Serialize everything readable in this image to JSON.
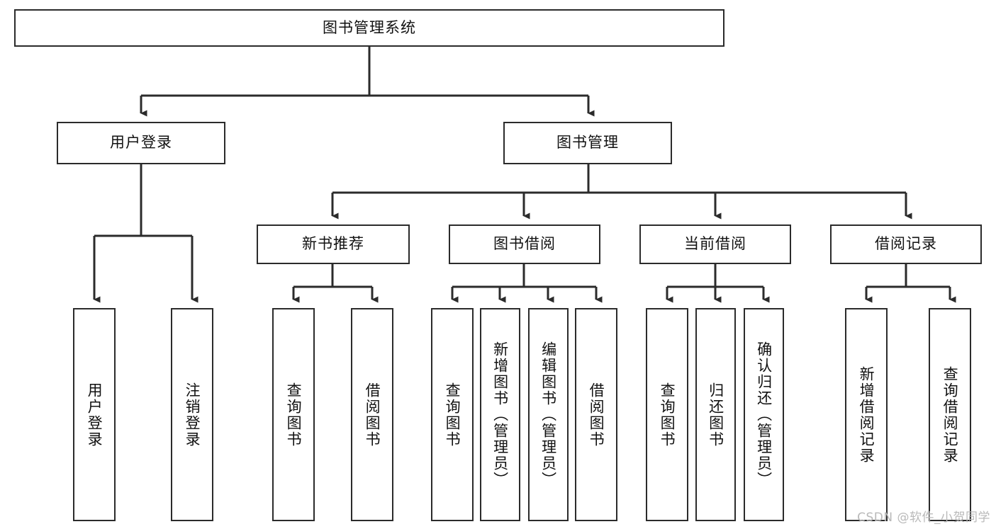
{
  "diagram": {
    "type": "tree-hierarchy",
    "title": "图书管理系统",
    "watermark": "CSDN @软件_小贺同学",
    "colors": {
      "box_border": "#2b2b2b",
      "box_fill": "#ffffff",
      "connector": "#2b2b2b",
      "text": "#111111",
      "watermark": "#b9b9b9",
      "background": "#ffffff"
    },
    "root": {
      "label": "图书管理系统",
      "orientation": "horizontal"
    },
    "level2": [
      {
        "label": "用户登录",
        "orientation": "horizontal"
      },
      {
        "label": "图书管理",
        "orientation": "horizontal"
      }
    ],
    "level3": [
      {
        "label": "新书推荐",
        "orientation": "horizontal"
      },
      {
        "label": "图书借阅",
        "orientation": "horizontal"
      },
      {
        "label": "当前借阅",
        "orientation": "horizontal"
      },
      {
        "label": "借阅记录",
        "orientation": "horizontal"
      }
    ],
    "leaves": {
      "user_login": [
        {
          "label": "用户登录",
          "orientation": "vertical"
        },
        {
          "label": "注销登录",
          "orientation": "vertical"
        }
      ],
      "new_book_recommend": [
        {
          "label": "查询图书",
          "orientation": "vertical"
        },
        {
          "label": "借阅图书",
          "orientation": "vertical"
        }
      ],
      "book_borrow": [
        {
          "label": "查询图书",
          "orientation": "vertical"
        },
        {
          "label": "新增图书（管理员）",
          "orientation": "vertical"
        },
        {
          "label": "编辑图书（管理员）",
          "orientation": "vertical"
        },
        {
          "label": "借阅图书",
          "orientation": "vertical"
        }
      ],
      "current_borrow": [
        {
          "label": "查询图书",
          "orientation": "vertical"
        },
        {
          "label": "归还图书",
          "orientation": "vertical"
        },
        {
          "label": "确认归还（管理员）",
          "orientation": "vertical"
        }
      ],
      "borrow_record": [
        {
          "label": "新增借阅记录",
          "orientation": "vertical"
        },
        {
          "label": "查询借阅记录",
          "orientation": "vertical"
        }
      ]
    }
  }
}
